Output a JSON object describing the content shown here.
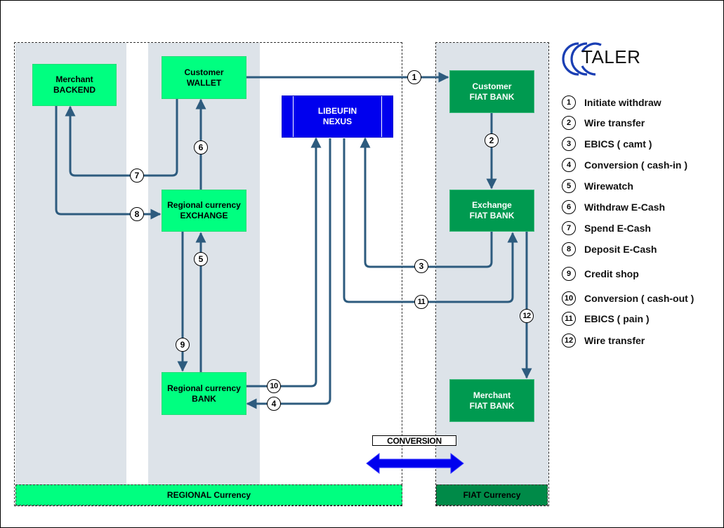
{
  "zones": {
    "regional_band": "REGIONAL Currency",
    "fiat_band": "FIAT Currency",
    "conversion": "CONVERSION"
  },
  "nodes": {
    "merchant_backend": "Merchant\nBACKEND",
    "customer_wallet": "Customer\nWALLET",
    "regional_exchange": "Regional currency\nEXCHANGE",
    "regional_bank": "Regional currency\nBANK",
    "libeufin_nexus": "LIBEUFIN\nNEXUS",
    "customer_fiat_bank": "Customer\nFIAT BANK",
    "exchange_fiat_bank": "Exchange\nFIAT BANK",
    "merchant_fiat_bank": "Merchant\nFIAT BANK"
  },
  "logo": {
    "text": "TALER",
    "icon": "taler-logo-icon",
    "color": "#1a3fb4"
  },
  "colors": {
    "regional": "#00ff80",
    "fiat": "#009a50",
    "nexus": "#0000ee",
    "arrow": "#2d5b7e",
    "lane": "#dde3e9",
    "conversion_arrow": "#0000ee"
  },
  "steps": [
    {
      "num": "1",
      "label": "Initiate withdraw"
    },
    {
      "num": "2",
      "label": "Wire transfer"
    },
    {
      "num": "3",
      "label": "EBICS ( camt )"
    },
    {
      "num": "4",
      "label": "Conversion ( cash-in )"
    },
    {
      "num": "5",
      "label": "Wirewatch"
    },
    {
      "num": "6",
      "label": "Withdraw E-Cash"
    },
    {
      "num": "7",
      "label": "Spend E-Cash"
    },
    {
      "num": "8",
      "label": "Deposit E-Cash"
    },
    {
      "num": "9",
      "label": "Credit shop"
    },
    {
      "num": "10",
      "label": "Conversion ( cash-out )"
    },
    {
      "num": "11",
      "label": "EBICS ( pain )"
    },
    {
      "num": "12",
      "label": "Wire transfer"
    }
  ]
}
